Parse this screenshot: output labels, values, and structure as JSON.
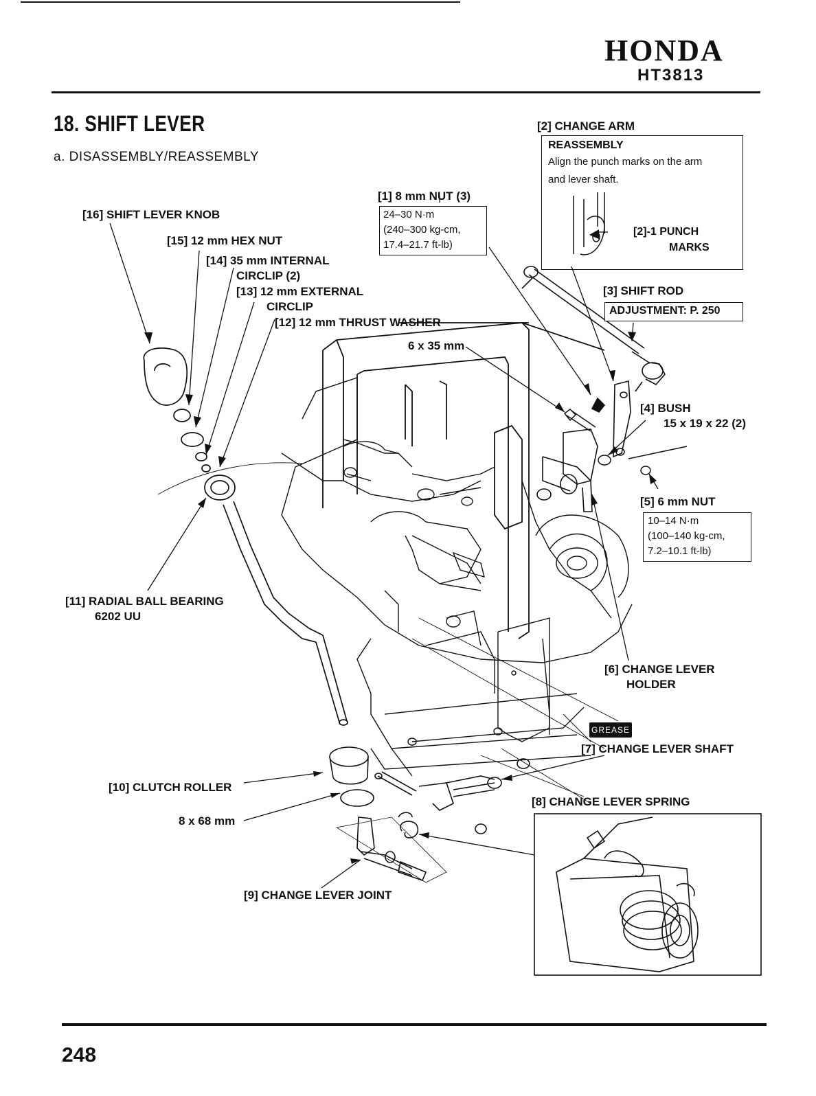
{
  "header": {
    "brand": "HONDA",
    "model": "HT3813"
  },
  "section": {
    "title": "18. SHIFT LEVER",
    "subtitle": "a. DISASSEMBLY/REASSEMBLY"
  },
  "labels": {
    "l1": "[1] 8 mm NUT (3)",
    "l1_torque": [
      "24–30 N·m",
      "(240–300 kg-cm,",
      "17.4–21.7 ft-lb)"
    ],
    "l2": "[2] CHANGE ARM",
    "l2_box_title": "REASSEMBLY",
    "l2_box_text": [
      "Align the punch marks on the arm",
      "and lever shaft."
    ],
    "l2_1": "[2]-1 PUNCH",
    "l2_1b": "MARKS",
    "l3": "[3] SHIFT ROD",
    "l3_box": "ADJUSTMENT: P. 250",
    "l4": "[4] BUSH",
    "l4b": "15 x 19 x 22 (2)",
    "l5": "[5] 6 mm NUT",
    "l5_torque": [
      "10–14 N·m",
      "(100–140 kg-cm,",
      "7.2–10.1 ft-lb)"
    ],
    "l6": "[6] CHANGE LEVER",
    "l6b": "HOLDER",
    "l7": "[7] CHANGE LEVER SHAFT",
    "l8": "[8] CHANGE LEVER SPRING",
    "l9": "[9] CHANGE LEVER JOINT",
    "l10": "[10] CLUTCH ROLLER",
    "l11": "[11] RADIAL BALL BEARING",
    "l11b": "6202 UU",
    "l12": "[12] 12 mm THRUST WASHER",
    "l13": "[13] 12 mm EXTERNAL",
    "l13b": "CIRCLIP",
    "l14": "[14] 35 mm INTERNAL",
    "l14b": "CIRCLIP (2)",
    "l15": "[15] 12 mm HEX NUT",
    "l16": "[16] SHIFT LEVER KNOB",
    "bolt_6x35": "6 x 35 mm",
    "bolt_8x68": "8 x 68 mm",
    "grease": "GREASE"
  },
  "footer": {
    "page_number": "248"
  }
}
